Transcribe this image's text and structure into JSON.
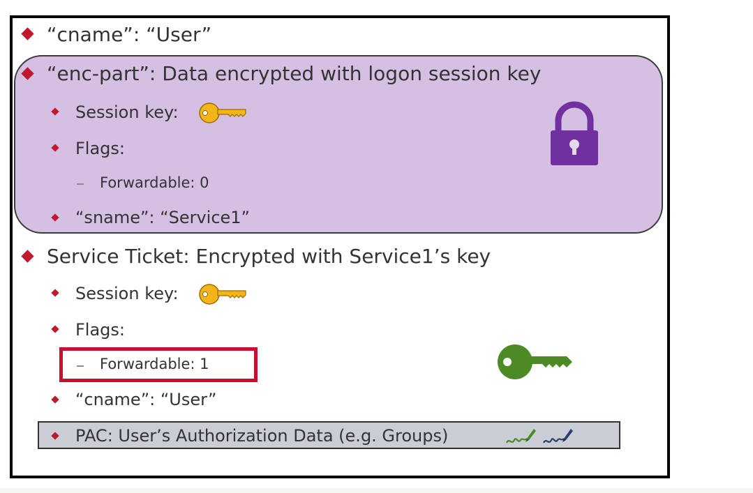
{
  "slide": {
    "line_cname": "“cname”: “User”",
    "enc_part": {
      "heading": "“enc-part”: Data encrypted with logon session key",
      "session_key_label": "Session key:",
      "flags_label": "Flags:",
      "forwardable_label": "Forwardable: 0",
      "sname_label": "“sname”: “Service1”"
    },
    "service_ticket": {
      "heading": "Service Ticket: Encrypted with Service1’s key",
      "session_key_label": "Session key:",
      "flags_label": "Flags:",
      "forwardable_label": "Forwardable: 1",
      "cname_label": "“cname”: “User”",
      "pac_label": "PAC: User’s Authorization Data (e.g. Groups)"
    }
  },
  "icons": [
    "gold-key-icon",
    "purple-padlock-icon",
    "green-key-icon",
    "green-signature-icon",
    "blue-signature-icon"
  ],
  "colors": {
    "bullet": "#c0182d",
    "enc_part_fill": "#d5bfe3",
    "padlock": "#7030a0",
    "session_key": "#f3b51a",
    "service_key": "#4b8a24",
    "highlight_border": "#c8102e",
    "pac_fill": "#c9cdd6"
  }
}
